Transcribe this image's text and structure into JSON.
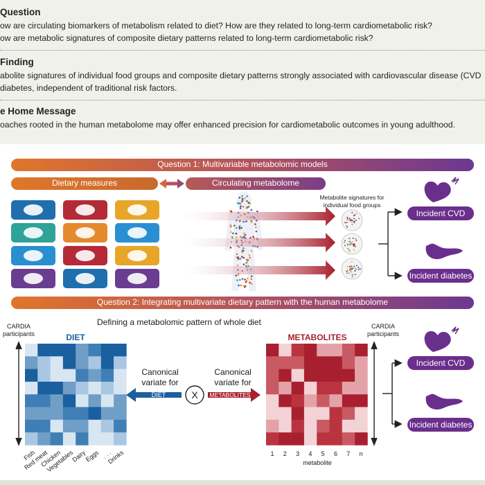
{
  "header": {
    "question_title": "Question",
    "question_lines": [
      "ow are circulating biomarkers of metabolism related to diet? How are they related to long-term cardiometabolic risk?",
      "ow are metabolic signatures of composite dietary patterns related to long-term cardiometabolic risk?"
    ],
    "finding_title": "Finding",
    "finding_lines": [
      "abolite signatures of individual food groups and composite dietary patterns strongly associated with cardiovascular disease (CVD",
      "diabetes, independent of traditional risk factors."
    ],
    "message_title": "e Home Message",
    "message_lines": [
      "oaches rooted in the human metabolome may offer enhanced precision for cardiometabolic outcomes in young adulthood."
    ]
  },
  "q1": {
    "banner": "Question 1: Multivariable metabolomic models",
    "dietary_measures": "Dietary measures",
    "circulating_metabolome": "Circulating metabolome",
    "signatures_note_1": "Metabolite signatures for",
    "signatures_note_2": "individual food groups",
    "incident_cvd": "Incident CVD",
    "incident_diabetes": "Incident diabetes",
    "food_icons": [
      {
        "icon": "fish-icon",
        "color": "#1f6fae"
      },
      {
        "icon": "meat-icon",
        "color": "#b52a37"
      },
      {
        "icon": "chicken-icon",
        "color": "#e7a628"
      },
      {
        "icon": "vegetables-icon",
        "color": "#2fa39a"
      },
      {
        "icon": "dairy-icon",
        "color": "#e48a2d"
      },
      {
        "icon": "eggs-icon",
        "color": "#2a8fd1"
      },
      {
        "icon": "bread-icon",
        "color": "#2a8fd1"
      },
      {
        "icon": "legumes-icon",
        "color": "#b52a37"
      },
      {
        "icon": "grains-bowl-icon",
        "color": "#e7a628"
      },
      {
        "icon": "fruit-icon",
        "color": "#6a3d91"
      },
      {
        "icon": "candy-icon",
        "color": "#1f6fae"
      },
      {
        "icon": "drinks-icon",
        "color": "#6a3d91"
      }
    ]
  },
  "q2": {
    "banner": "Question 2: Integrating multivariate dietary pattern with the human metabolome",
    "defining": "Defining a metabolomic pattern of whole diet",
    "cardia_left_1": "CARDIA",
    "cardia_left_2": "participants",
    "diet_title": "DIET",
    "metabolites_title": "METABOLITES",
    "cardia_right_1": "CARDIA",
    "cardia_right_2": "participants",
    "canonical_1": "Canonical",
    "variate_for": "variate for",
    "diet_tag": "DIET",
    "metabolites_tag": "METABOLITES",
    "x_symbol": "X",
    "diet_columns": [
      "Fish",
      "Red meat",
      "Chicken",
      "Vegetables",
      "Dairy",
      "Eggs",
      ". . .",
      "Drinks"
    ],
    "metabolite_columns": [
      "1",
      "2",
      "3",
      "4",
      "5",
      "6",
      "7",
      "n"
    ],
    "metabolite_axis": "metabolite",
    "incident_cvd": "Incident CVD",
    "incident_diabetes": "Incident diabetes"
  },
  "colors": {
    "banner_start": "#e0762a",
    "banner_end": "#6b3891",
    "outcome_purple": "#6a2e8c",
    "diet_blue": "#1a5f9e",
    "metab_red": "#a8202f"
  }
}
